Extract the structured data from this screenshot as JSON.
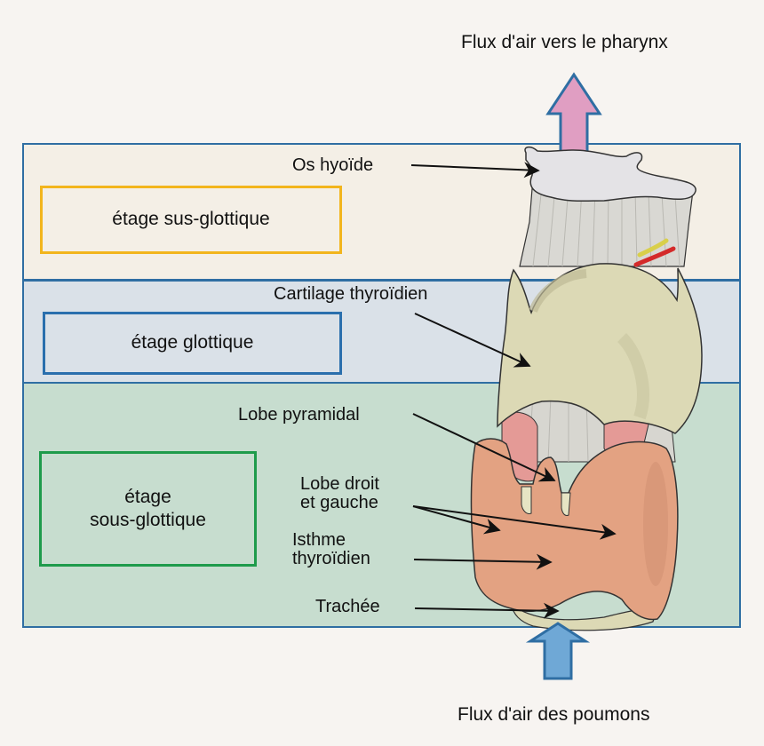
{
  "diagram": {
    "title_top": "Flux d'air vers le pharynx",
    "title_bottom": "Flux d'air des poumons",
    "stages": [
      {
        "id": "supra",
        "label": "étage sus-glottique",
        "border_color": "#f2b51d",
        "band_color": "#f4efe6"
      },
      {
        "id": "glottic",
        "label": "étage glottique",
        "border_color": "#2a6fad",
        "band_color": "#dae1e8"
      },
      {
        "id": "sub",
        "label_line1": "étage",
        "label_line2": "sous-glottique",
        "border_color": "#1e9b4b",
        "band_color": "#c7ddcf"
      }
    ],
    "structures": [
      {
        "id": "os-hyoide",
        "label": "Os hyoïde"
      },
      {
        "id": "cartilage-thyroidien",
        "label": "Cartilage thyroïdien"
      },
      {
        "id": "lobe-pyramidal",
        "label": "Lobe pyramidal"
      },
      {
        "id": "lobe-droit-gauche",
        "label_line1": "Lobe droit",
        "label_line2": "et gauche"
      },
      {
        "id": "isthme-thyroidien",
        "label_line1": "Isthme",
        "label_line2": "thyroïdien"
      },
      {
        "id": "trachee",
        "label": "Trachée"
      }
    ],
    "colors": {
      "frame": "#2f6ea3",
      "arrow_up_top": "#e09ec2",
      "arrow_up_bottom": "#6fa8d6",
      "hyoid": "#e4e3e6",
      "thyroid_cartilage": "#dcd9b5",
      "thyroid_gland": "#e3a282",
      "ligament": "#d8d8d4",
      "muscle": "#e49a96"
    }
  }
}
